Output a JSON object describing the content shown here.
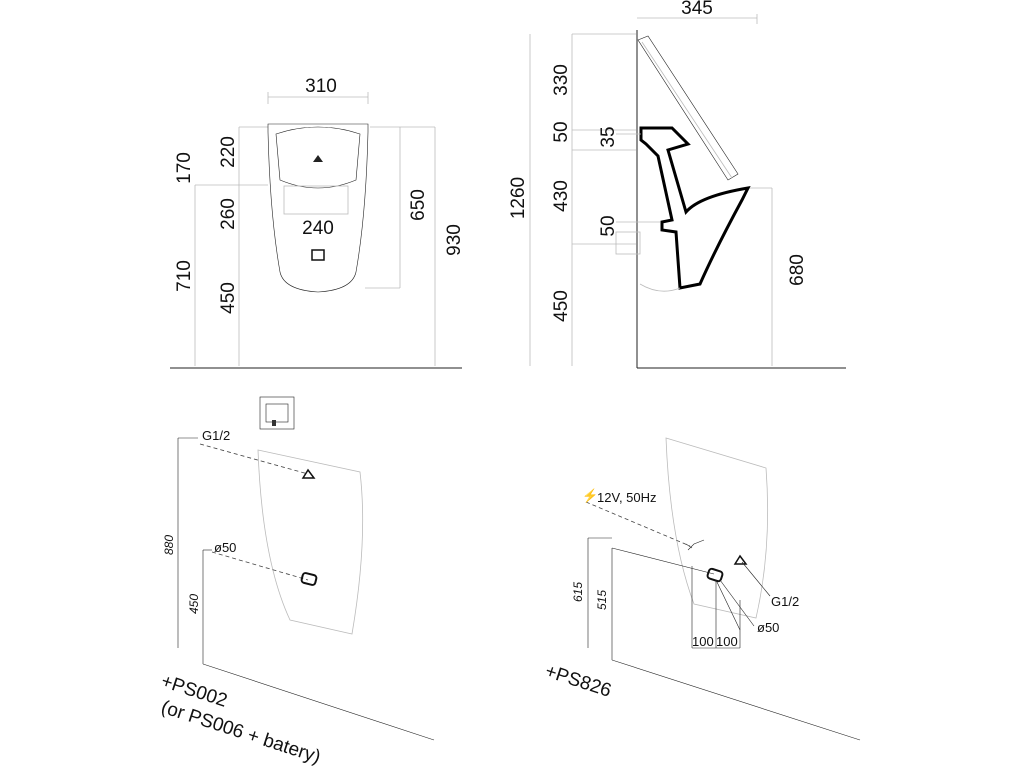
{
  "front_view": {
    "width_top": "310",
    "left_dims": [
      "170",
      "710"
    ],
    "inner_dims": [
      "220",
      "260",
      "450"
    ],
    "center_dim": "240",
    "right_dims": [
      "650",
      "930"
    ]
  },
  "side_view": {
    "depth_top": "345",
    "left_total": "1260",
    "stack_dims": [
      "330",
      "50",
      "430",
      "450"
    ],
    "inlet_dims": [
      "35",
      "50"
    ],
    "right_dim": "680"
  },
  "iso_left": {
    "supply_label": "G1/2",
    "drain_label": "ø50",
    "dim_880": "880",
    "dim_450": "450",
    "product_label": "+PS002",
    "product_alt": "(or PS006 + batery)"
  },
  "iso_right": {
    "power_label": "12V, 50Hz",
    "supply_label": "G1/2",
    "drain_label": "ø50",
    "dim_615": "615",
    "dim_515": "515",
    "dim_100a": "100",
    "dim_100b": "100",
    "product_label": "+PS826"
  }
}
